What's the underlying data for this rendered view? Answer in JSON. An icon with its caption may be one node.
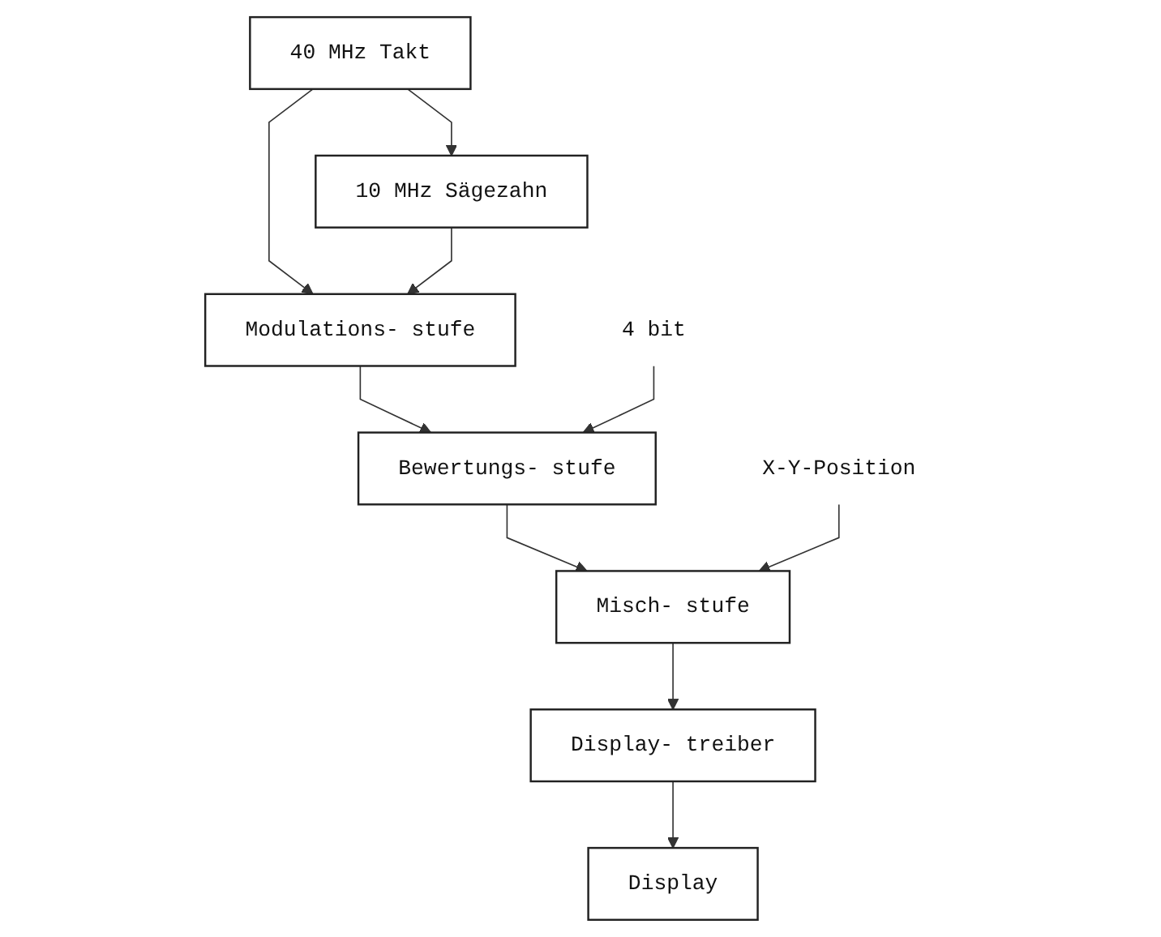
{
  "diagram": {
    "nodes": [
      {
        "text": [
          "40 MHz Takt"
        ]
      },
      {
        "text": [
          "Modulations- stufe"
        ]
      },
      {
        "text": [
          "10 MHz Sägezahn"
        ]
      },
      {
        "text": [
          "4 bit"
        ]
      },
      {
        "text": [
          "Bewertungs- stufe"
        ]
      },
      {
        "text": [
          "Misch- stufe"
        ]
      },
      {
        "text": [
          "Display- treiber"
        ]
      },
      {
        "text": [
          "Display"
        ]
      },
      {
        "text": [
          "X-Y-Position"
        ]
      }
    ],
    "edges": [
      {
        "from": 0,
        "to": 1,
        "arrow": "to"
      },
      {
        "from": 0,
        "to": 2,
        "arrow": "to"
      },
      {
        "from": 2,
        "to": 1,
        "arrow": "to"
      },
      {
        "from": 1,
        "to": 4,
        "arrow": "to"
      },
      {
        "from": 3,
        "to": 4,
        "arrow": "to"
      },
      {
        "from": 4,
        "to": 5,
        "arrow": "to"
      },
      {
        "from": 5,
        "to": 6,
        "arrow": "to"
      },
      {
        "from": 6,
        "to": 7,
        "arrow": "to"
      },
      {
        "from": 8,
        "to": 5,
        "arrow": "to"
      }
    ]
  }
}
